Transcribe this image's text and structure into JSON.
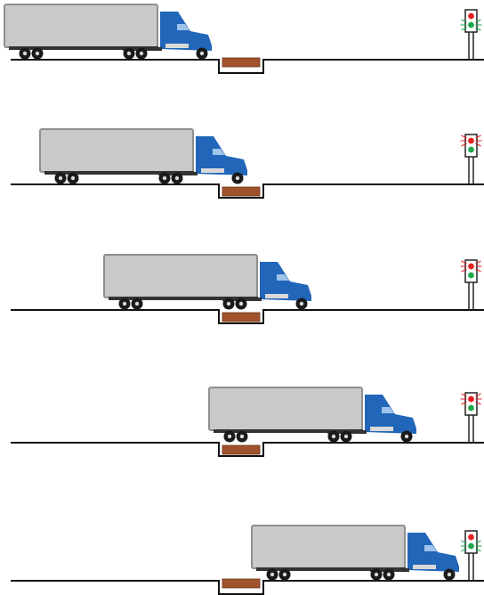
{
  "colors": {
    "background": "#ffffff",
    "road": "#111111",
    "trailer_fill": "#c9c9c9",
    "trailer_stroke": "#8f8f8f",
    "cab_blue": "#2166b8",
    "cab_dark": "#154a8a",
    "window": "#9fc3ea",
    "wheel": "#1a1a1a",
    "hub": "#d9d9d9",
    "load_plate": "#a0522d",
    "signal_red": "#e52020",
    "signal_green": "#1ea84a",
    "signal_pole": "#222222"
  },
  "panels": [
    {
      "name": "panel-1",
      "signal_active": "green"
    },
    {
      "name": "panel-2",
      "signal_active": "red"
    },
    {
      "name": "panel-3",
      "signal_active": "red"
    },
    {
      "name": "panel-4",
      "signal_active": "red"
    },
    {
      "name": "panel-5",
      "signal_active": "green"
    }
  ],
  "icons": {
    "truck": "truck-icon",
    "traffic_light": "traffic-light-icon",
    "weighbridge": "weighbridge-pit"
  }
}
